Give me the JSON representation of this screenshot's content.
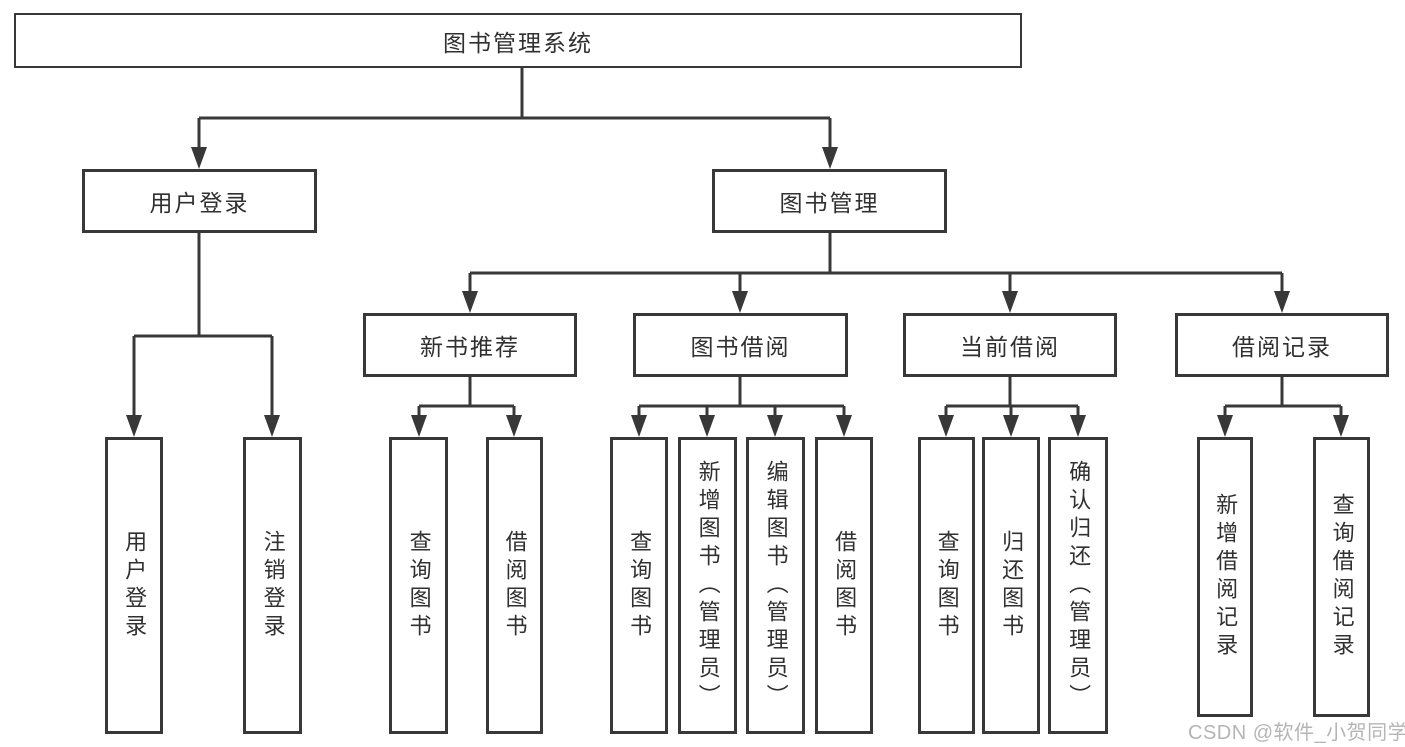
{
  "diagram": {
    "root": {
      "label": "图书管理系统"
    },
    "level2": [
      {
        "label": "用户登录"
      },
      {
        "label": "图书管理"
      }
    ],
    "level3": [
      {
        "label": "新书推荐"
      },
      {
        "label": "图书借阅"
      },
      {
        "label": "当前借阅"
      },
      {
        "label": "借阅记录"
      }
    ],
    "leaves": {
      "user_login": [
        {
          "label": "用户登录"
        },
        {
          "label": "注销登录"
        }
      ],
      "new_book": [
        {
          "label": "查询图书"
        },
        {
          "label": "借阅图书"
        }
      ],
      "book_borrow": [
        {
          "label": "查询图书"
        },
        {
          "label": "新增图书（管理员）"
        },
        {
          "label": "编辑图书（管理员）"
        },
        {
          "label": "借阅图书"
        }
      ],
      "current_borrow": [
        {
          "label": "查询图书"
        },
        {
          "label": "归还图书"
        },
        {
          "label": "确认归还（管理员）"
        }
      ],
      "borrow_record": [
        {
          "label": "新增借阅记录"
        },
        {
          "label": "查询借阅记录"
        }
      ]
    }
  },
  "watermark": {
    "text": "CSDN @软件_小贺同学",
    "color": "#b5b5b5"
  },
  "colors": {
    "line": "#383838",
    "box_border": "#383838",
    "text": "#303030",
    "background": "#ffffff"
  }
}
